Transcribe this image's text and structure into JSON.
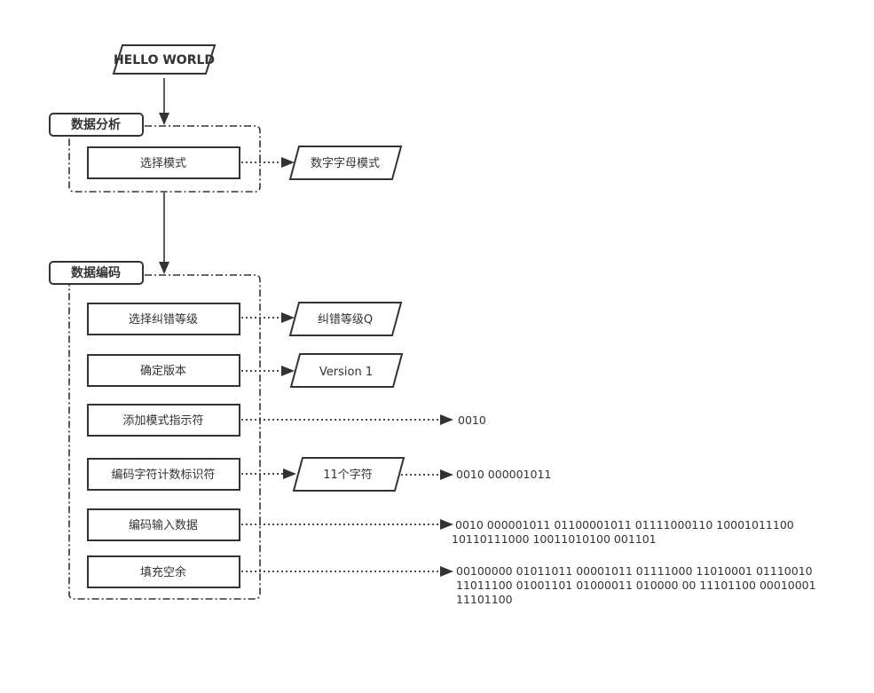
{
  "start": {
    "label": "HELLO WORLD"
  },
  "groups": {
    "analysis": {
      "label": "数据分析"
    },
    "encoding": {
      "label": "数据编码"
    }
  },
  "steps": {
    "select_mode": "选择模式",
    "select_ec": "选择纠错等级",
    "version": "确定版本",
    "mode_indicator": "添加模式指示符",
    "char_count": "编码字符计数标识符",
    "encode_data": "编码输入数据",
    "padding": "填充空余"
  },
  "results": {
    "mode": "数字字母模式",
    "ec_level": "纠错等级Q",
    "version": "Version 1",
    "char_count": "11个字符"
  },
  "outputs": {
    "mode_indicator": "0010",
    "char_count": "0010  000001011",
    "encode_data": [
      "0010  000001011 01100001011 01111000110 10001011100",
      "10110111000 10011010100 001101"
    ],
    "padding": [
      "00100000 01011011 00001011 01111000 11010001 01110010",
      "11011100 01001101 01000011 010000 00 11101100 00010001",
      "11101100"
    ]
  }
}
